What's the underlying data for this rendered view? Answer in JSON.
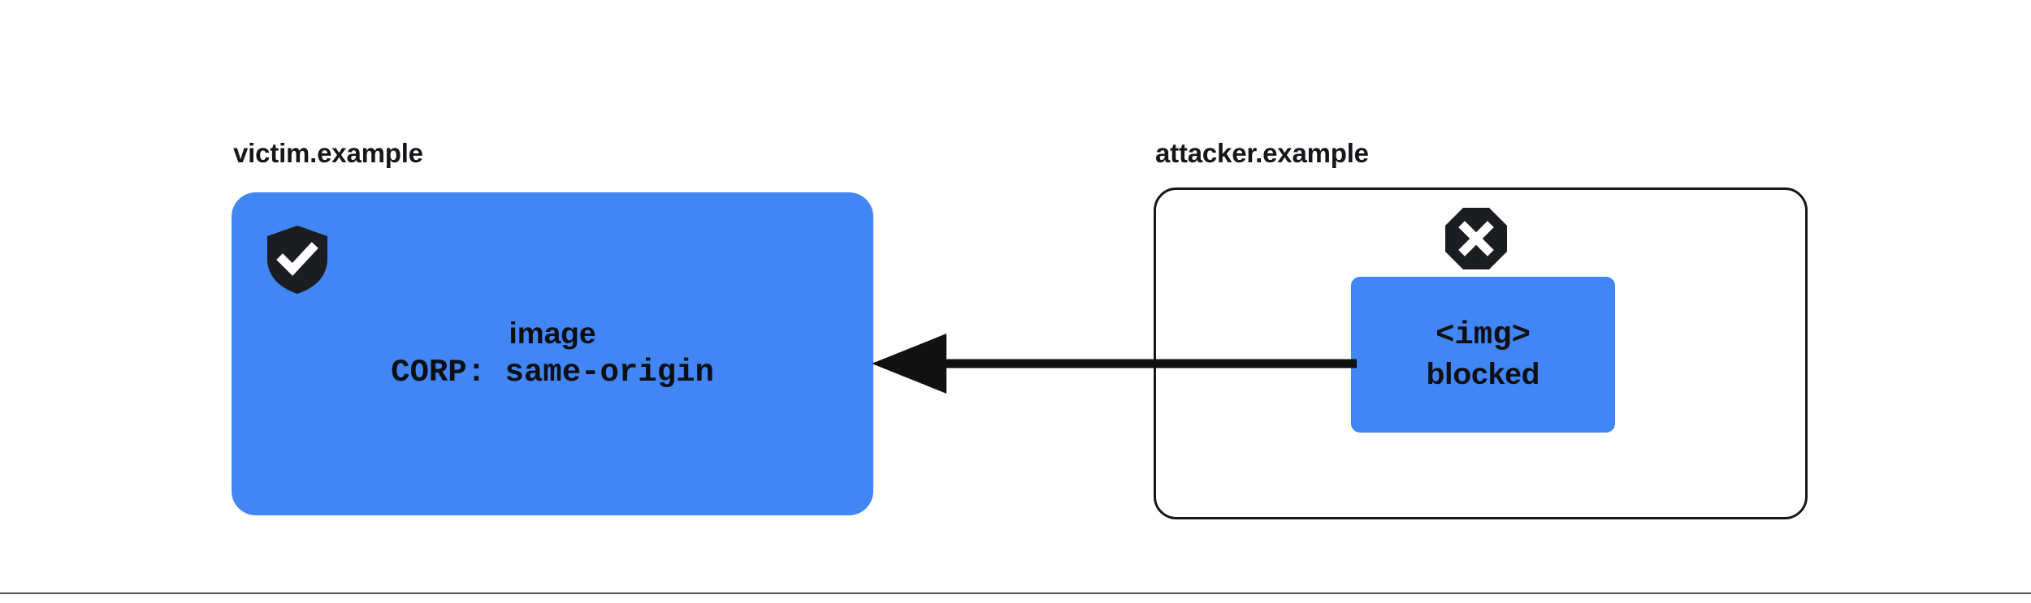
{
  "diagram": {
    "title_context": "CORP same-origin blocks cross-origin image embed",
    "background_color": "#ffffff",
    "accent_color": "#4285f4",
    "ink_color": "#15171a"
  },
  "victim": {
    "label": "victim.example",
    "icon": "shield-check-icon",
    "box_color": "#4285f4",
    "resource_name": "image",
    "header_line": "CORP: same-origin"
  },
  "attacker": {
    "label": "attacker.example",
    "icon": "blocked-octagon-icon",
    "border_color": "#15171a",
    "embed": {
      "tag": "<img>",
      "status": "blocked",
      "box_color": "#4285f4"
    }
  },
  "arrow": {
    "name": "blocked-request-arrow",
    "direction": "right-to-left",
    "color": "#111111"
  },
  "footer": {
    "rule_color": "#56585c"
  }
}
